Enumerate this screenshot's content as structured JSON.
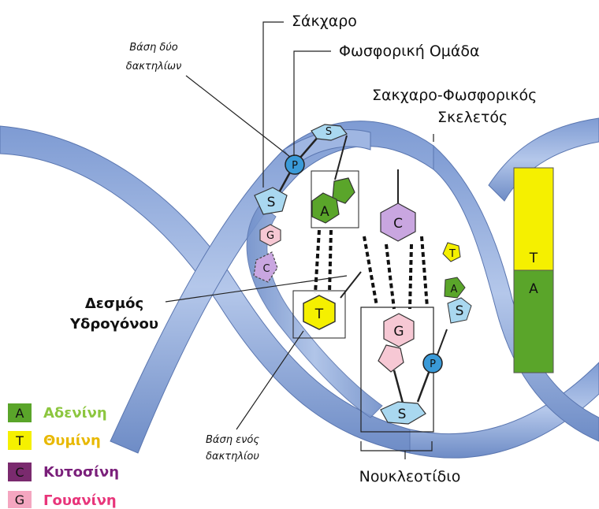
{
  "labels": {
    "sugar": "Σάκχαρο",
    "phosphate_group": "Φωσφορική Ομάδα",
    "backbone_line1": "Σακχαρο-Φωσφορικός",
    "backbone_line2": "Σκελετός",
    "two_ring_base_line1": "Βάση δύο",
    "two_ring_base_line2": "δακτηλίων",
    "hydrogen_bond_line1": "Δεσμός",
    "hydrogen_bond_line2": "Υδρογόνου",
    "one_ring_base_line1": "Βάση ενός",
    "one_ring_base_line2": "δακτηλίου",
    "nucleotide": "Νουκλεοτίδιο"
  },
  "structure_letters": {
    "s": "S",
    "p": "P",
    "a": "A",
    "t": "T",
    "c": "C",
    "g": "G"
  },
  "legend": [
    {
      "letter": "A",
      "name": "Αδενίνη",
      "box_color": "#5aa52a",
      "text_color": "#8cc63f"
    },
    {
      "letter": "T",
      "name": "Θυμίνη",
      "box_color": "#f5f000",
      "text_color": "#e8b800"
    },
    {
      "letter": "C",
      "name": "Κυτοσίνη",
      "box_color": "#7a2a6e",
      "text_color": "#7a1f7a"
    },
    {
      "letter": "G",
      "name": "Γουανίνη",
      "box_color": "#f4a6c0",
      "text_color": "#e8357a"
    }
  ],
  "colors": {
    "ribbon": "#8fa9d8",
    "ribbon_dark": "#5f7fbf",
    "sugar": "#a9d8f0",
    "phosphate": "#3a9ad8",
    "adenine": "#5aa52a",
    "thymine": "#f5f000",
    "cytosine": "#c9a6e0",
    "guanine": "#f6c8d4"
  }
}
